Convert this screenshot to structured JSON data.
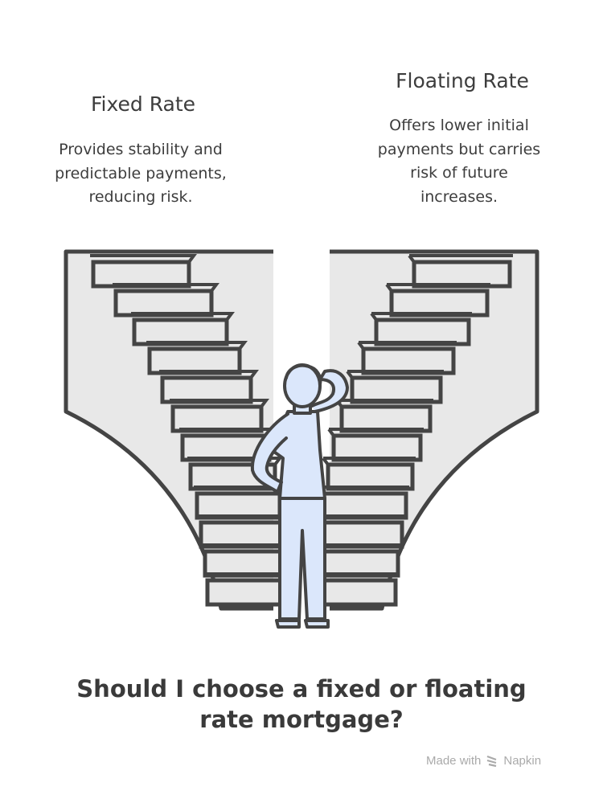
{
  "left_option": {
    "title": "Fixed Rate",
    "description": [
      "Provides stability and",
      "predictable payments,",
      "reducing risk."
    ]
  },
  "right_option": {
    "title": "Floating Rate",
    "description": [
      "Offers lower initial",
      "payments but carries",
      "risk of future",
      "increases."
    ]
  },
  "question": [
    "Should I choose a fixed or floating",
    "rate mortgage?"
  ],
  "footer": {
    "made_with": "Made with",
    "brand": "Napkin",
    "icon": "napkin-logo-icon"
  },
  "colors": {
    "stroke": "#444444",
    "stairs_fill": "#e8e8e8",
    "person_fill": "#dbe7fb"
  }
}
